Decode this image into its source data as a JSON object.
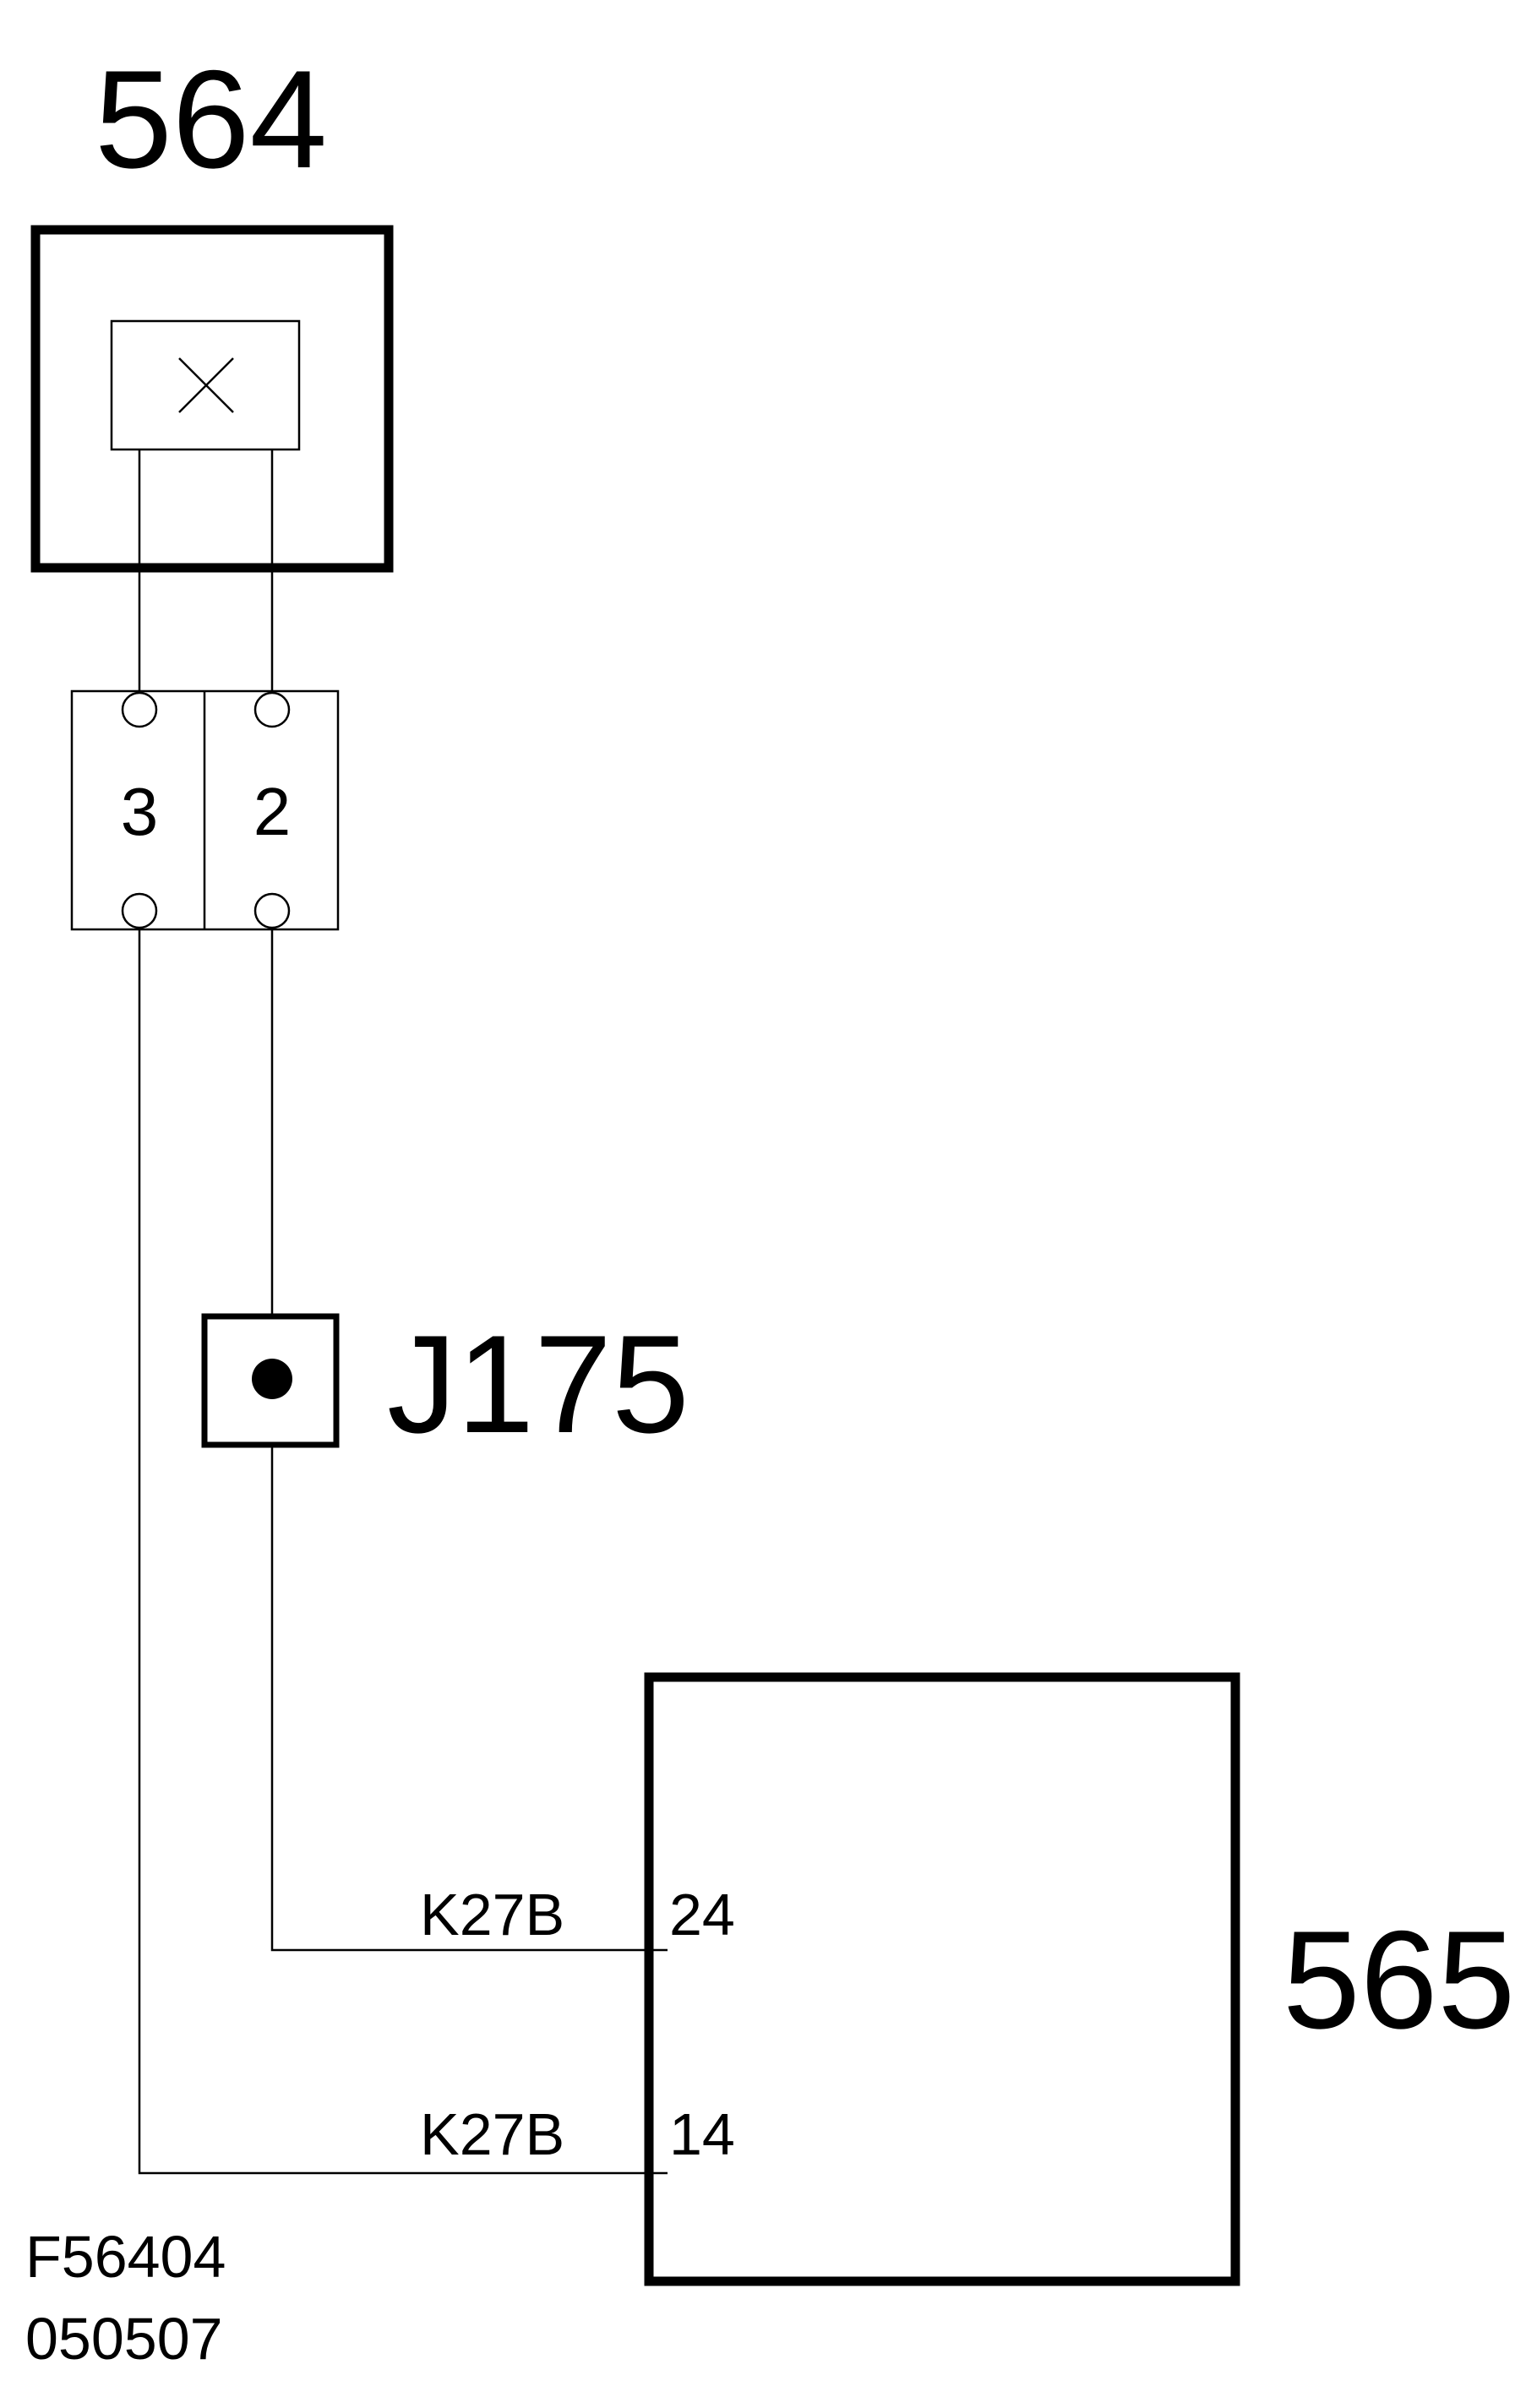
{
  "components": {
    "top_component": {
      "id": "564"
    },
    "bottom_component": {
      "id": "565"
    },
    "junction": {
      "id": "J175"
    }
  },
  "connector": {
    "pins": [
      "3",
      "2"
    ]
  },
  "wires": [
    {
      "code": "K27B",
      "pin": "24"
    },
    {
      "code": "K27B",
      "pin": "14"
    }
  ],
  "figure_codes": {
    "figure_number": "F56404",
    "date_code": "050507"
  }
}
